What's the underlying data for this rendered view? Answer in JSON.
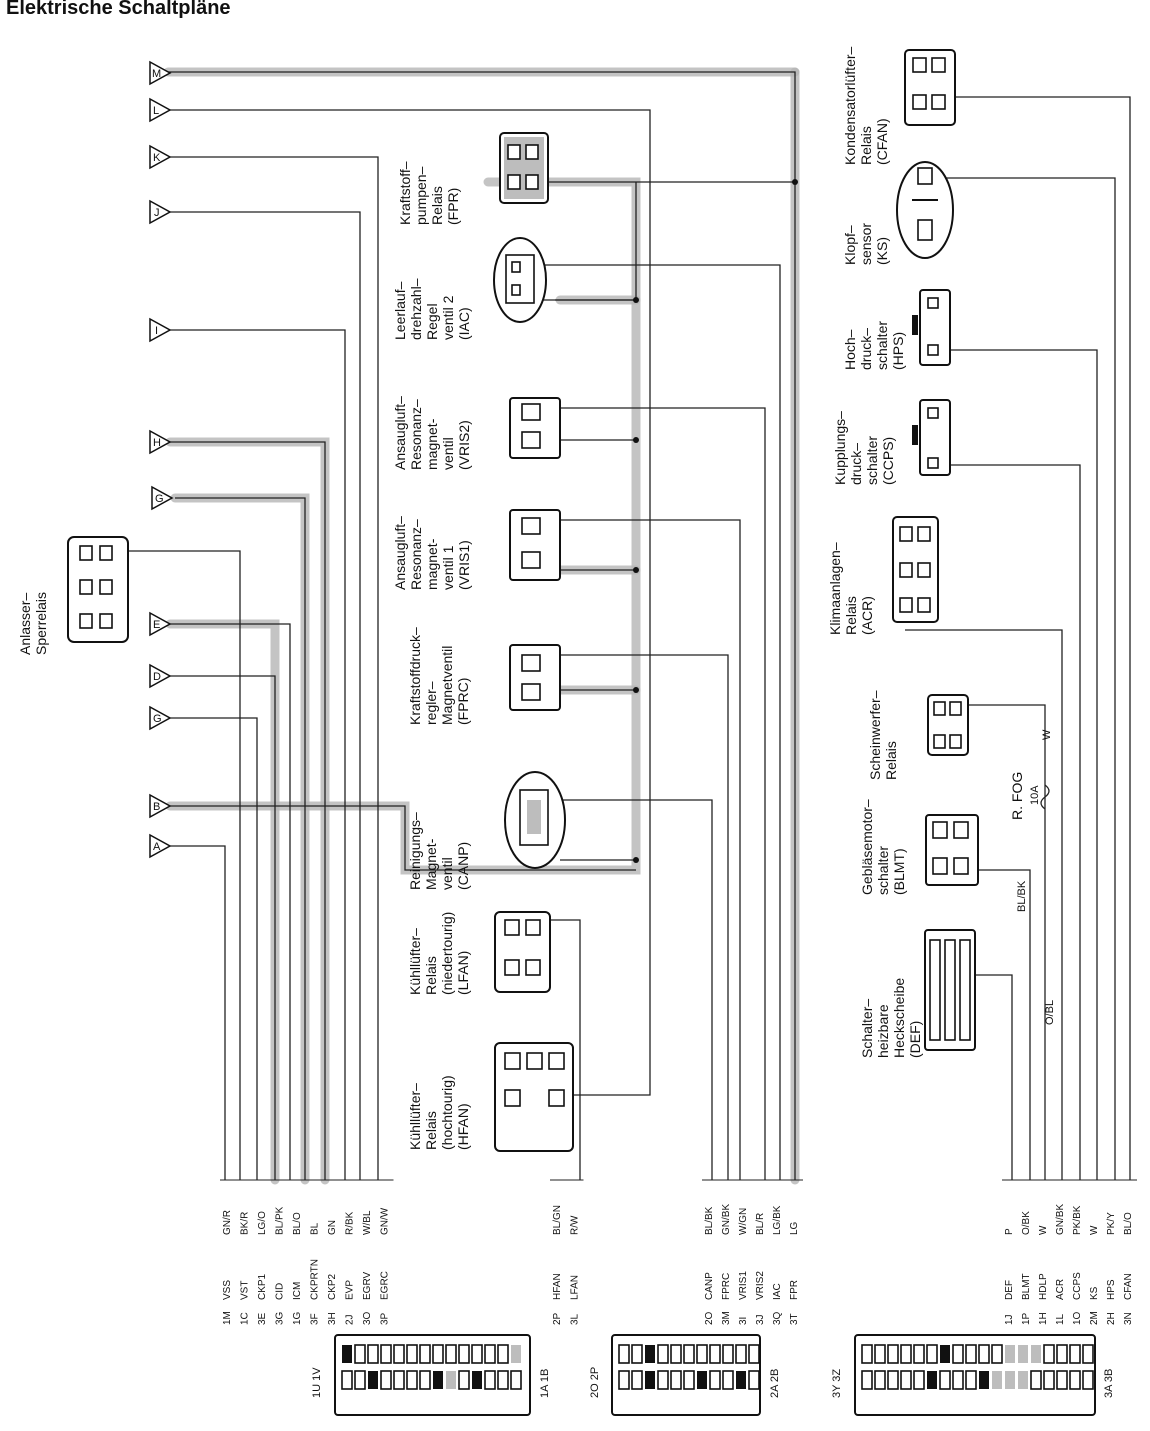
{
  "header": {
    "title": "Elektrische Schaltpläne"
  },
  "components": {
    "anlasser": "Anlasser–\nSperrelais",
    "hfan": "Kühllüfter–\nRelais\n(hochtourig)\n(HFAN)",
    "lfan": "Kühllüfter–\nRelais\n(niedertourig)\n(LFAN)",
    "canp": "Reinigungs–\nMagnet-\nventil\n(CANP)",
    "fprc": "Kraftstoffdruck–\nregler–\nMagnetventil\n(FPRC)",
    "vris1": "Ansaugluft–\nResonanz–\nmagnet-\nventil 1\n(VRIS1)",
    "vris2": "Ansaugluft–\nResonanz–\nmagnet-\nventil\n(VRIS2)",
    "iac": "Leerlauf–\ndrehzahl–\nRegel\nventil 2\n(IAC)",
    "fpr": "Kraftstoff–\npumpen–\nRelais\n(FPR)",
    "cfan": "Kondensatorlüfter–\nRelais\n(CFAN)",
    "ks": "Klopf–\nsensor\n(KS)",
    "hps": "Hoch–\ndruck–\nschalter\n(HPS)",
    "ccps": "Kupplungs–\ndruck–\nschalter\n(CCPS)",
    "acr": "Klimaanlagen–\nRelais\n(ACR)",
    "scheinwerfer": "Scheinwerfer–\nRelais",
    "blmt": "Gebläsemotor–\nschalter\n(BLMT)",
    "def": "Schalter–\nheizbare\nHeckscheibe\n(DEF)",
    "rfog": "R. FOG",
    "rfog_amp": "10A",
    "wire_w": "W",
    "wire_blbk": "BL/BK",
    "wire_obl": "O/BL"
  },
  "connectors": {
    "left": [
      "M",
      "L",
      "K",
      "J",
      "I",
      "H",
      "G",
      "E",
      "D",
      "G",
      "B",
      "A"
    ]
  },
  "pin_table_1": [
    {
      "pin": "1M",
      "sig": "VSS",
      "col": "GN/R"
    },
    {
      "pin": "1C",
      "sig": "VST",
      "col": "BK/R"
    },
    {
      "pin": "3E",
      "sig": "CKP1",
      "col": "LG/O"
    },
    {
      "pin": "3G",
      "sig": "CID",
      "col": "BL/PK"
    },
    {
      "pin": "1G",
      "sig": "ICM",
      "col": "BL/O"
    },
    {
      "pin": "3F",
      "sig": "CKPRTN",
      "col": "BL"
    },
    {
      "pin": "3H",
      "sig": "CKP2",
      "col": "GN"
    },
    {
      "pin": "2J",
      "sig": "EVP",
      "col": "R/BK"
    },
    {
      "pin": "3O",
      "sig": "EGRV",
      "col": "W/BL"
    },
    {
      "pin": "3P",
      "sig": "EGRC",
      "col": "GN/W"
    }
  ],
  "pin_table_2": [
    {
      "pin": "2P",
      "sig": "HFAN",
      "col": "BL/GN"
    },
    {
      "pin": "3L",
      "sig": "LFAN",
      "col": "R/W"
    }
  ],
  "pin_table_3": [
    {
      "pin": "2O",
      "sig": "CANP",
      "col": "BL/BK"
    },
    {
      "pin": "3M",
      "sig": "FPRC",
      "col": "GN/BK"
    },
    {
      "pin": "3I",
      "sig": "VRIS1",
      "col": "W/GN"
    },
    {
      "pin": "3J",
      "sig": "VRIS2",
      "col": "BL/R"
    },
    {
      "pin": "3Q",
      "sig": "IAC",
      "col": "LG/BK"
    },
    {
      "pin": "3T",
      "sig": "FPR",
      "col": "LG"
    }
  ],
  "pin_table_4": [
    {
      "pin": "1J",
      "sig": "DEF",
      "col": "P"
    },
    {
      "pin": "1P",
      "sig": "BLMT",
      "col": "O/BK"
    },
    {
      "pin": "1H",
      "sig": "HDLP",
      "col": "W"
    },
    {
      "pin": "1L",
      "sig": "ACR",
      "col": "GN/BK"
    },
    {
      "pin": "1O",
      "sig": "CCPS",
      "col": "PK/BK"
    },
    {
      "pin": "2M",
      "sig": "KS",
      "col": "W"
    },
    {
      "pin": "2H",
      "sig": "HPS",
      "col": "PK/Y"
    },
    {
      "pin": "3N",
      "sig": "CFAN",
      "col": "BL/O"
    }
  ],
  "ecu_connectors": {
    "c1_top": "1U  1V",
    "c1_bottom": "1A  1B",
    "c2_top": "2O  2P",
    "c2_bottom": "2A  2B",
    "c3_top": "3Y  3Z",
    "c3_bottom": "3A  3B"
  }
}
